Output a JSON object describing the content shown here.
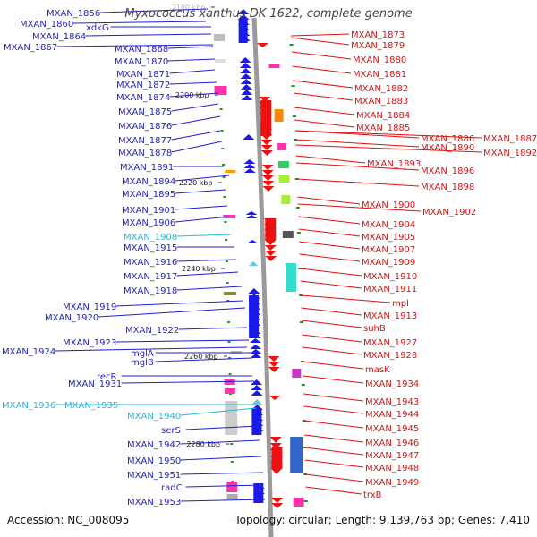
{
  "title": "Myxococcus xanthus DK 1622, complete genome",
  "accession": "Accession: NC_008095",
  "topology": "Topology: circular; Length: 9,139,763 bp; Genes: 7,410",
  "colors": {
    "left_label": "#1f1fd0",
    "left_label_highlight": "#22bbdd",
    "right_label": "#e01010",
    "backbone": "#9a9a9a",
    "forward_strand_arrow": "#1a1aee",
    "reverse_strand_arrow": "#ee1111",
    "tick": "#1a9a1a"
  },
  "scale_marks": [
    {
      "label": "2180 kbp"
    },
    {
      "label": "2200 kbp"
    },
    {
      "label": "2220 kbp"
    },
    {
      "label": "2240 kbp"
    },
    {
      "label": "2260 kbp"
    },
    {
      "label": "2280 kbp"
    }
  ],
  "left_labels": [
    {
      "text": "MXAN_1856",
      "highlight": false
    },
    {
      "text": "MXAN_1860",
      "highlight": false
    },
    {
      "text": "xdkG",
      "highlight": false
    },
    {
      "text": "MXAN_1864",
      "highlight": false
    },
    {
      "text": "MXAN_1867",
      "highlight": false
    },
    {
      "text": "MXAN_1868",
      "highlight": false
    },
    {
      "text": "MXAN_1870",
      "highlight": false
    },
    {
      "text": "MXAN_1871",
      "highlight": false
    },
    {
      "text": "MXAN_1872",
      "highlight": false
    },
    {
      "text": "MXAN_1874",
      "highlight": false
    },
    {
      "text": "MXAN_1875",
      "highlight": false
    },
    {
      "text": "MXAN_1876",
      "highlight": false
    },
    {
      "text": "MXAN_1877",
      "highlight": false
    },
    {
      "text": "MXAN_1878",
      "highlight": false
    },
    {
      "text": "MXAN_1891",
      "highlight": false
    },
    {
      "text": "MXAN_1894",
      "highlight": false
    },
    {
      "text": "MXAN_1895",
      "highlight": false
    },
    {
      "text": "MXAN_1901",
      "highlight": false
    },
    {
      "text": "MXAN_1906",
      "highlight": false
    },
    {
      "text": "MXAN_1908",
      "highlight": true
    },
    {
      "text": "MXAN_1915",
      "highlight": false
    },
    {
      "text": "MXAN_1916",
      "highlight": false
    },
    {
      "text": "MXAN_1917",
      "highlight": false
    },
    {
      "text": "MXAN_1918",
      "highlight": false
    },
    {
      "text": "MXAN_1919",
      "highlight": false
    },
    {
      "text": "MXAN_1920",
      "highlight": false
    },
    {
      "text": "MXAN_1922",
      "highlight": false
    },
    {
      "text": "MXAN_1923",
      "highlight": false
    },
    {
      "text": "MXAN_1924",
      "highlight": false
    },
    {
      "text": "mglA",
      "highlight": false
    },
    {
      "text": "mglB",
      "highlight": false
    },
    {
      "text": "recR",
      "highlight": false
    },
    {
      "text": "MXAN_1931",
      "highlight": false
    },
    {
      "text": "MXAN_1936",
      "highlight": true
    },
    {
      "text": "MXAN_1935",
      "highlight": true
    },
    {
      "text": "MXAN_1940",
      "highlight": true
    },
    {
      "text": "serS",
      "highlight": false
    },
    {
      "text": "MXAN_1942",
      "highlight": false
    },
    {
      "text": "MXAN_1950",
      "highlight": false
    },
    {
      "text": "MXAN_1951",
      "highlight": false
    },
    {
      "text": "radC",
      "highlight": false
    },
    {
      "text": "MXAN_1953",
      "highlight": false
    }
  ],
  "right_labels": [
    {
      "text": "MXAN_1873"
    },
    {
      "text": "MXAN_1879"
    },
    {
      "text": "MXAN_1880"
    },
    {
      "text": "MXAN_1881"
    },
    {
      "text": "MXAN_1882"
    },
    {
      "text": "MXAN_1883"
    },
    {
      "text": "MXAN_1884"
    },
    {
      "text": "MXAN_1885"
    },
    {
      "text": "MXAN_1886"
    },
    {
      "text": "MXAN_1887"
    },
    {
      "text": "MXAN_1890"
    },
    {
      "text": "MXAN_1892"
    },
    {
      "text": "MXAN_1893"
    },
    {
      "text": "MXAN_1896"
    },
    {
      "text": "MXAN_1898"
    },
    {
      "text": "MXAN_1900"
    },
    {
      "text": "MXAN_1902"
    },
    {
      "text": "MXAN_1904"
    },
    {
      "text": "MXAN_1905"
    },
    {
      "text": "MXAN_1907"
    },
    {
      "text": "MXAN_1909"
    },
    {
      "text": "MXAN_1910"
    },
    {
      "text": "MXAN_1911"
    },
    {
      "text": "mpl"
    },
    {
      "text": "MXAN_1913"
    },
    {
      "text": "suhB"
    },
    {
      "text": "MXAN_1927"
    },
    {
      "text": "MXAN_1928"
    },
    {
      "text": "masK"
    },
    {
      "text": "MXAN_1934"
    },
    {
      "text": "MXAN_1943"
    },
    {
      "text": "MXAN_1944"
    },
    {
      "text": "MXAN_1945"
    },
    {
      "text": "MXAN_1946"
    },
    {
      "text": "MXAN_1947"
    },
    {
      "text": "MXAN_1948"
    },
    {
      "text": "MXAN_1949"
    },
    {
      "text": "trxB"
    }
  ]
}
